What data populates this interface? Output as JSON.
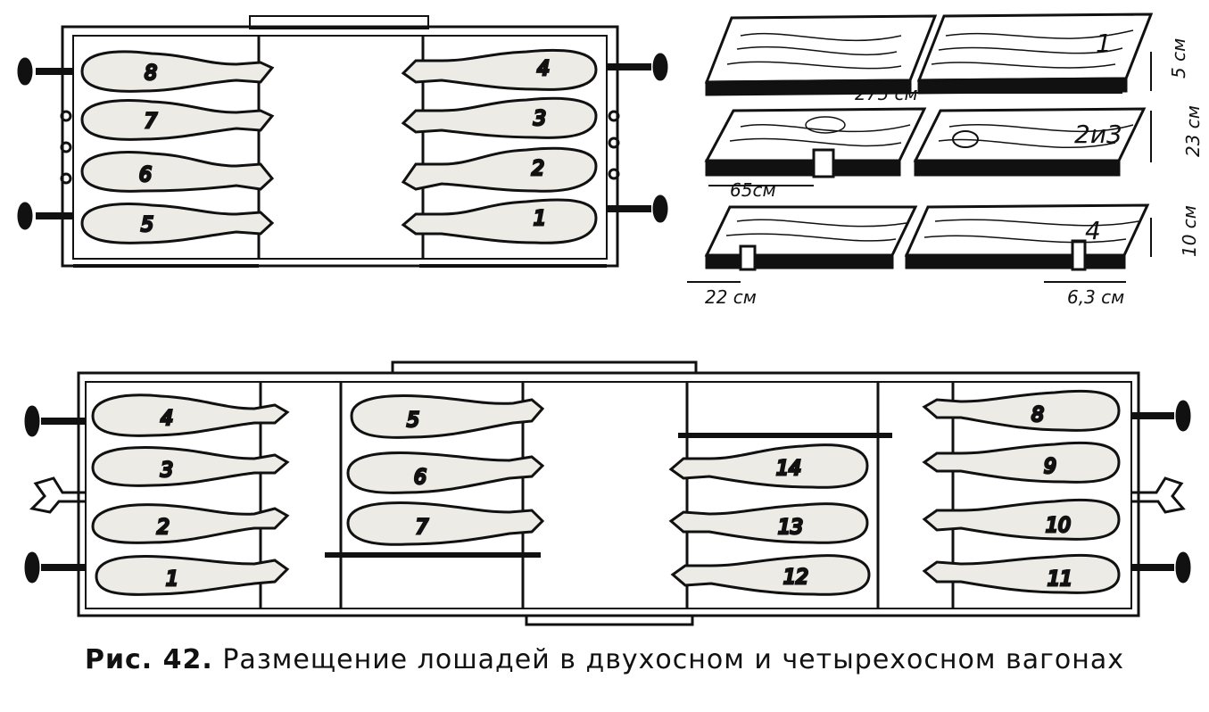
{
  "two_axle_car": {
    "horse_numbers": [
      "8",
      "7",
      "6",
      "5",
      "4",
      "3",
      "2",
      "1"
    ]
  },
  "planks": {
    "plank_labels": [
      "1",
      "2и3",
      "4"
    ],
    "dim_length": "275 см",
    "dim_thickness_1": "5 см",
    "dim_width_23": "23 см",
    "dim_notch_offset_65": "65см",
    "dim_height_4": "10 см",
    "dim_notch_22": "22 см",
    "dim_notch_63": "6,3 см"
  },
  "four_axle_car": {
    "horse_numbers": [
      "4",
      "3",
      "2",
      "1",
      "5",
      "6",
      "7",
      "14",
      "13",
      "12",
      "8",
      "9",
      "10",
      "11"
    ]
  },
  "caption": {
    "prefix": "Рис. 42.",
    "text": "Размещение лошадей в двухосном и четырехосном вагонах"
  },
  "colors": {
    "ink": "#111111",
    "paper": "#ffffff",
    "horse_fill": "#ecebe6"
  }
}
